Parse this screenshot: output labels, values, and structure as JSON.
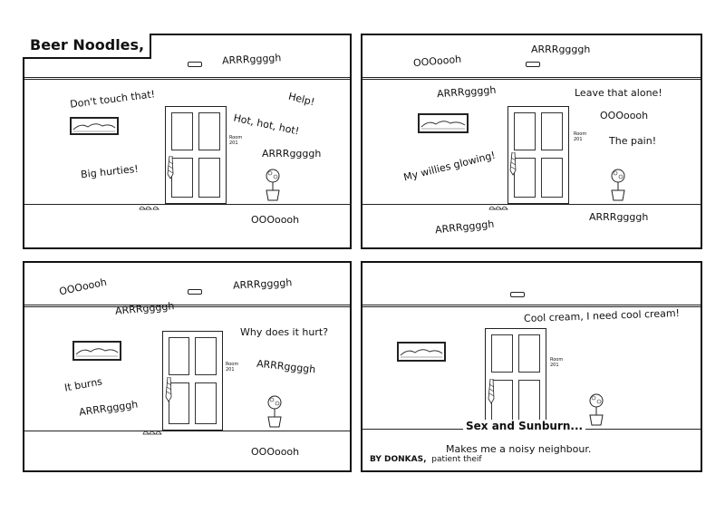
{
  "comic": {
    "title": "Beer Noodles,",
    "credit_by": "BY DONKAS,",
    "credit_role": "patient theif"
  },
  "panel1": {
    "lines": [
      "ARRRggggh",
      "Don't touch that!",
      "Help!",
      "Hot, hot, hot!",
      "ARRRggggh",
      "Big hurties!",
      "OOOoooh"
    ],
    "door_sign": "Room 201"
  },
  "panel2": {
    "lines": [
      "OOOoooh",
      "ARRRggggh",
      "ARRRggggh",
      "Leave that alone!",
      "OOOoooh",
      "The pain!",
      "My willies glowing!",
      "ARRRggggh",
      "ARRRggggh"
    ],
    "door_sign": "Room 201"
  },
  "panel3": {
    "lines": [
      "OOOoooh",
      "ARRRggggh",
      "ARRRggggh",
      "Why does it hurt?",
      "ARRRggggh",
      "It burns",
      "ARRRggggh",
      "OOOoooh"
    ],
    "door_sign": "Room 201"
  },
  "panel4": {
    "lines": [
      "Cool cream, I need cool cream!"
    ],
    "door_sign": "Room 201",
    "caption_title": "Sex and Sunburn...",
    "caption": "Makes me a noisy neighbour."
  }
}
